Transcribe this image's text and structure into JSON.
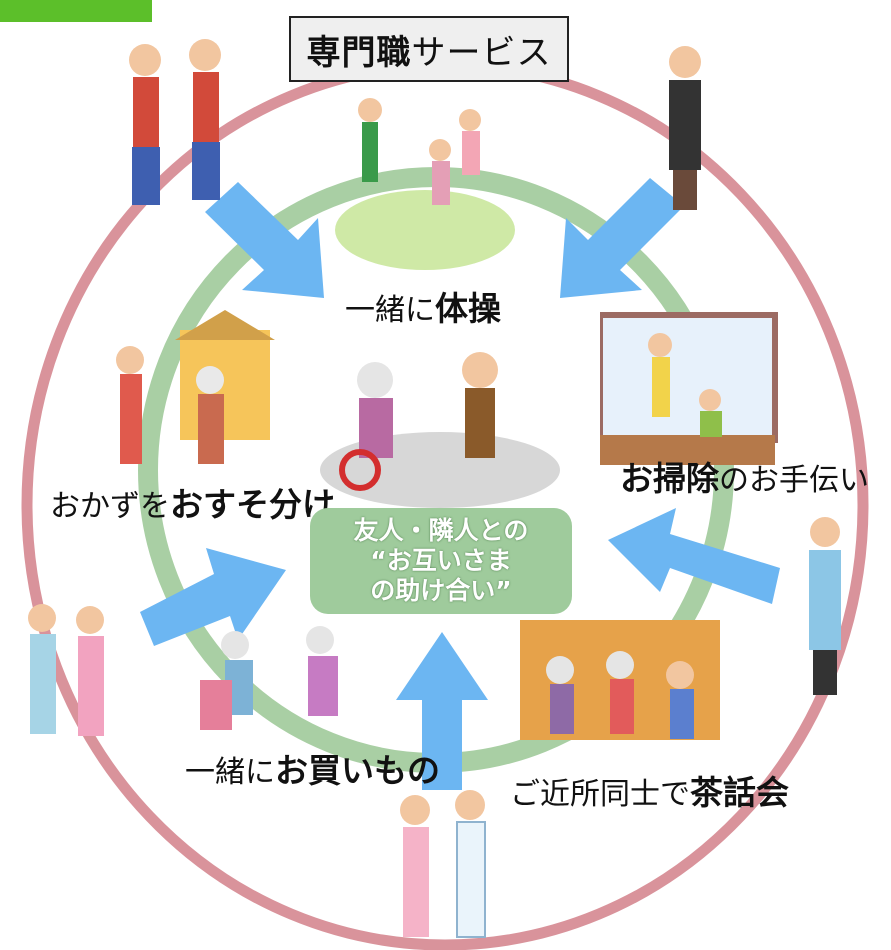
{
  "title": {
    "bold": "専門職",
    "light": "サービス"
  },
  "center": {
    "line1": "友人・隣人との",
    "line2": "“お互いさま",
    "line3": "の助け合い”"
  },
  "activities": {
    "exercise": {
      "pre": "一緒に",
      "bold": "体操"
    },
    "cleaning": {
      "bold": "お掃除",
      "post": "のお手伝い"
    },
    "sharing": {
      "pre": "おかずを",
      "bold": "おすそ分け"
    },
    "shopping": {
      "pre": "一緒に",
      "bold": "お買いもの"
    },
    "tea": {
      "pre": "ご近所同士で",
      "bold": "茶話会"
    }
  },
  "colors": {
    "outer_ring": "#d9939b",
    "inner_ring": "#a9cfa4",
    "arrow": "#6cb6f2",
    "center_box": "#9fcb9c",
    "corner_tab": "#5cbf2a"
  }
}
